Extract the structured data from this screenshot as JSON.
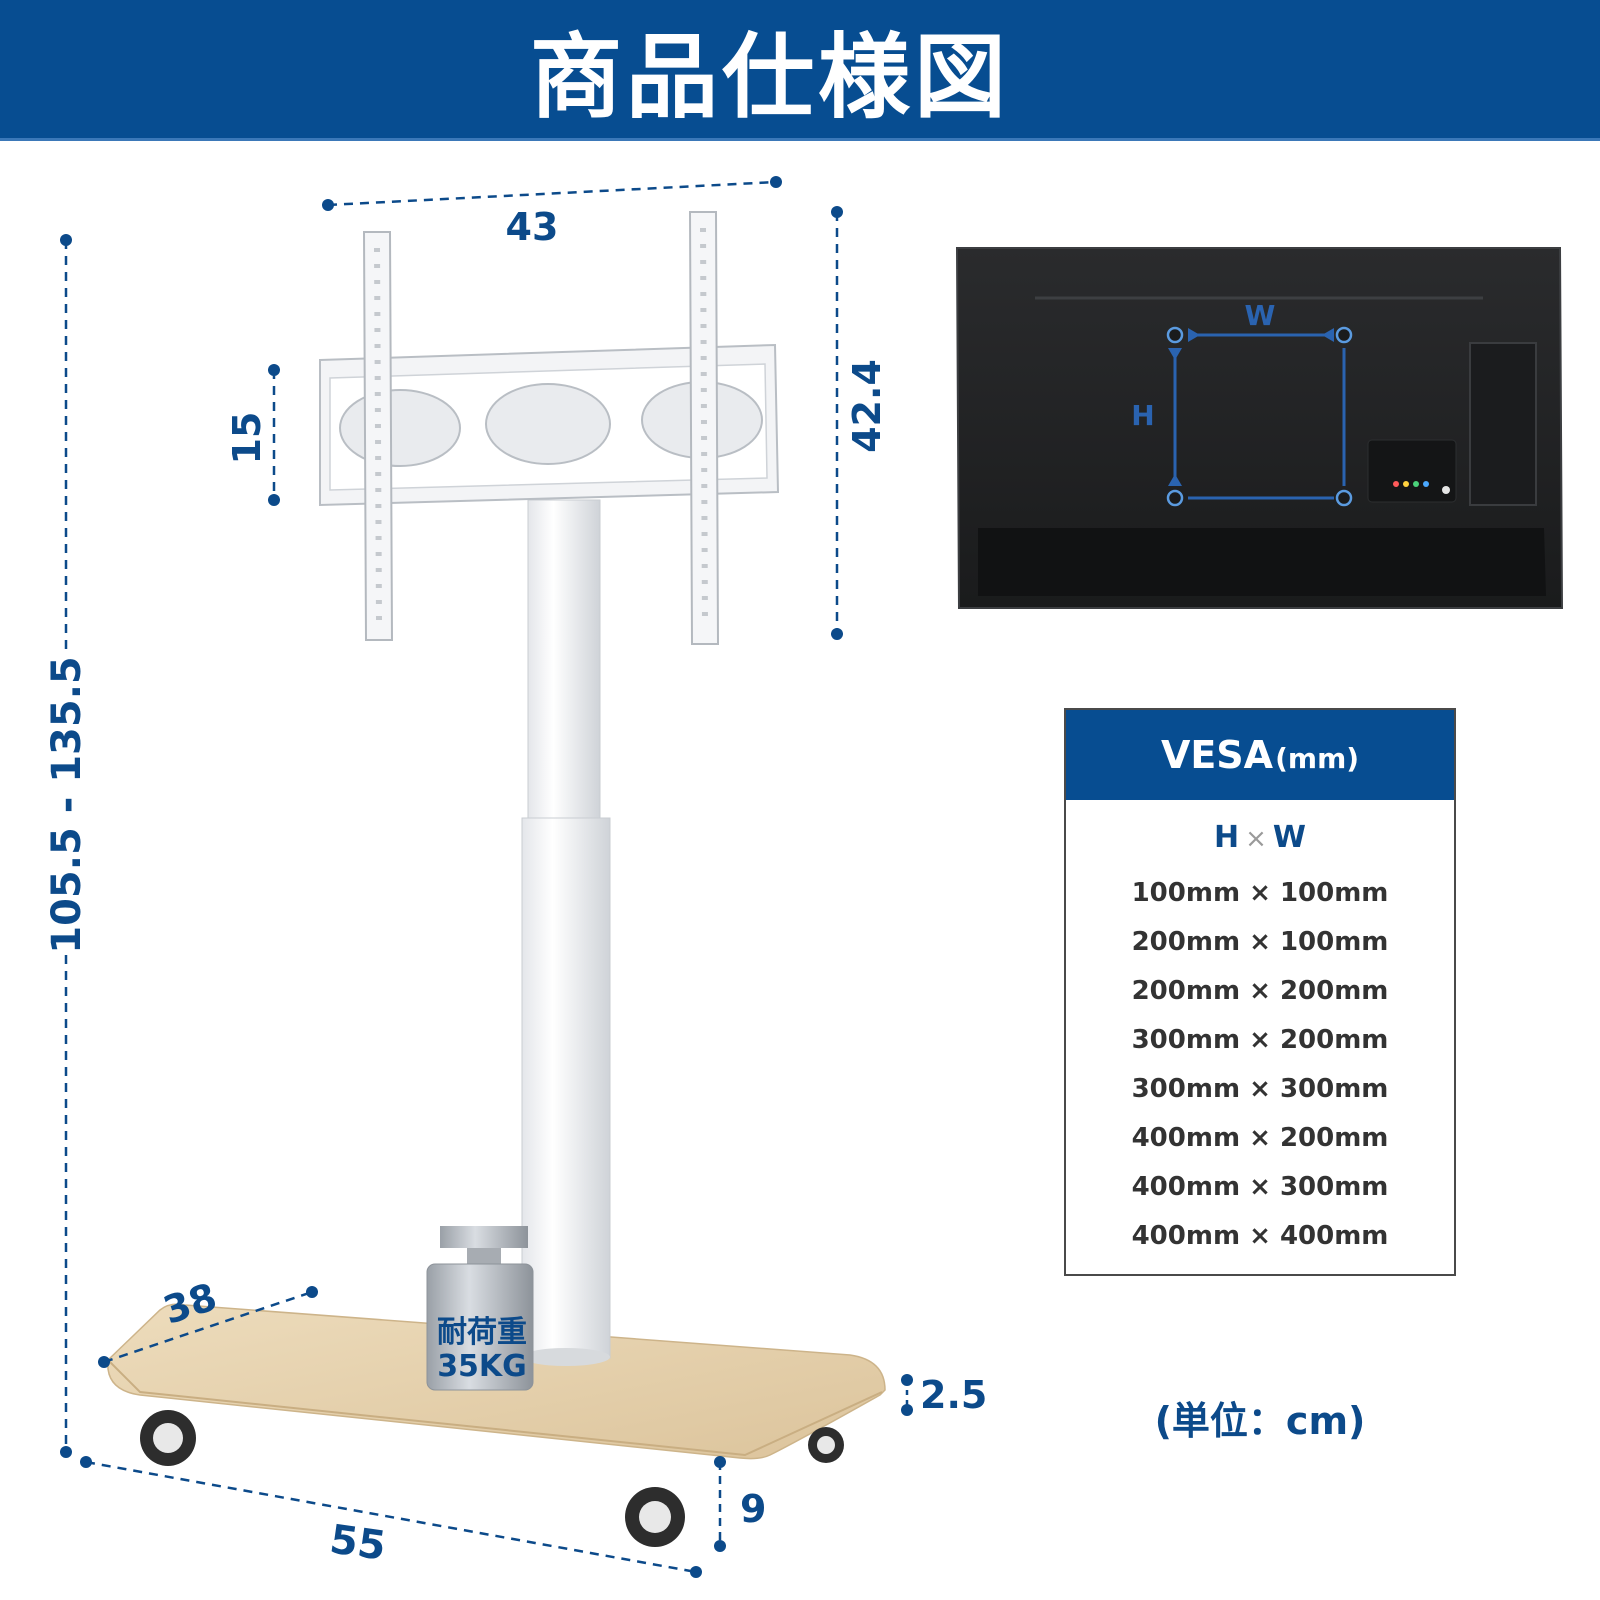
{
  "header": {
    "title": "商品仕様図"
  },
  "dimensions": {
    "bracket_width": "43",
    "bracket_height": "42.4",
    "plate_height": "15",
    "total_height": "105.5 - 135.5",
    "base_depth": "38",
    "base_width": "55",
    "base_thickness": "2.5",
    "caster_height": "9"
  },
  "weight_label": {
    "line1": "耐荷重",
    "line2": "35KG"
  },
  "tv_diagram": {
    "w_label": "W",
    "h_label": "H"
  },
  "vesa": {
    "title": "VESA",
    "unit": "(mm)",
    "header_h": "H",
    "header_x": "×",
    "header_w": "W",
    "sizes": [
      "100mm × 100mm",
      "200mm × 100mm",
      "200mm × 200mm",
      "300mm × 200mm",
      "300mm × 300mm",
      "400mm × 200mm",
      "400mm × 300mm",
      "400mm × 400mm"
    ]
  },
  "unit_note": "(単位：cm)",
  "colors": {
    "brand_blue": "#074d91",
    "dimension_blue": "#0c4a8a",
    "wood": "#e6d3b0"
  }
}
